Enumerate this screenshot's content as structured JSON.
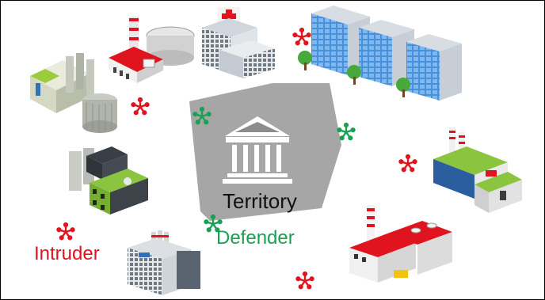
{
  "labels": {
    "territory": "Territory",
    "defender": "Defender",
    "intruder": "Intruder"
  },
  "colors": {
    "defender": "#1aa052",
    "intruder": "#e0141e",
    "territory_fill": "#a6a6a6"
  },
  "icons": [
    "grain-silo-factory-icon",
    "power-plant-tank-icon",
    "hospital-icon",
    "office-towers-icon",
    "courthouse-icon",
    "green-industrial-plant-icon",
    "green-roof-factory-icon",
    "chimney-office-icon",
    "red-roof-factory-icon",
    "defender-marker-icon",
    "intruder-marker-icon"
  ]
}
